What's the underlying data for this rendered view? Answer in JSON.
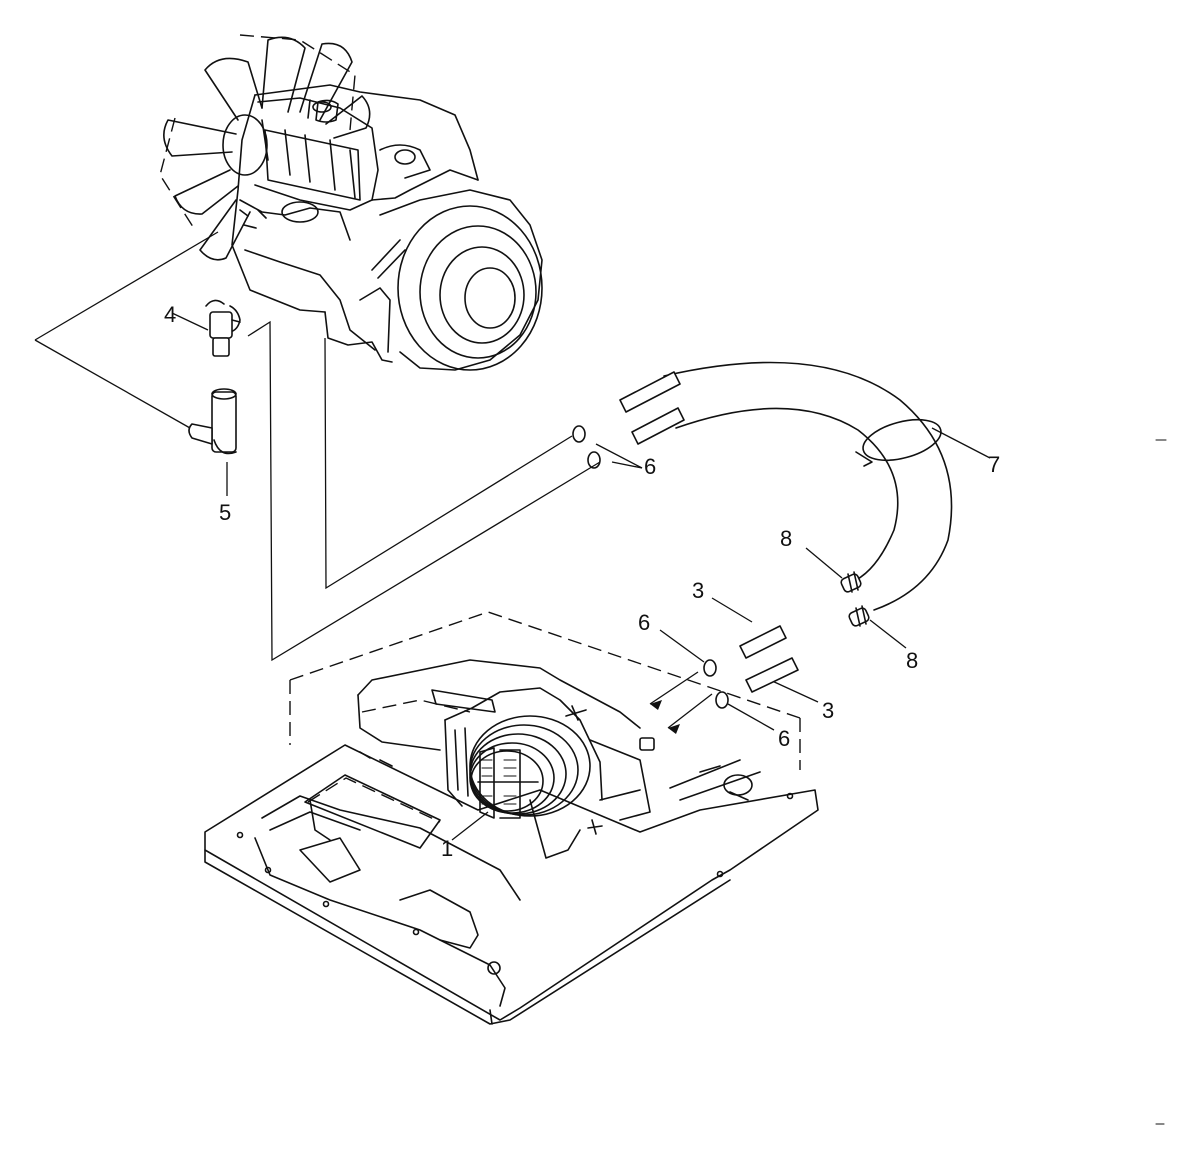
{
  "callouts": [
    {
      "id": "c1",
      "label": "1"
    },
    {
      "id": "c3a",
      "label": "3"
    },
    {
      "id": "c3b",
      "label": "3"
    },
    {
      "id": "c4",
      "label": "4"
    },
    {
      "id": "c5",
      "label": "5"
    },
    {
      "id": "c6a",
      "label": "6"
    },
    {
      "id": "c6b",
      "label": "6"
    },
    {
      "id": "c6c",
      "label": "6"
    },
    {
      "id": "c7",
      "label": "7"
    },
    {
      "id": "c8a",
      "label": "8"
    },
    {
      "id": "c8b",
      "label": "8"
    }
  ],
  "parts": [
    {
      "callout": "1",
      "icon": "compressor-icon"
    },
    {
      "callout": "3",
      "icon": "hose-fitting-icon"
    },
    {
      "callout": "4",
      "icon": "straight-fitting-icon"
    },
    {
      "callout": "5",
      "icon": "elbow-fitting-icon"
    },
    {
      "callout": "6",
      "icon": "o-ring-icon"
    },
    {
      "callout": "7",
      "icon": "cable-tie-icon"
    },
    {
      "callout": "8",
      "icon": "hose-clamp-icon"
    }
  ]
}
